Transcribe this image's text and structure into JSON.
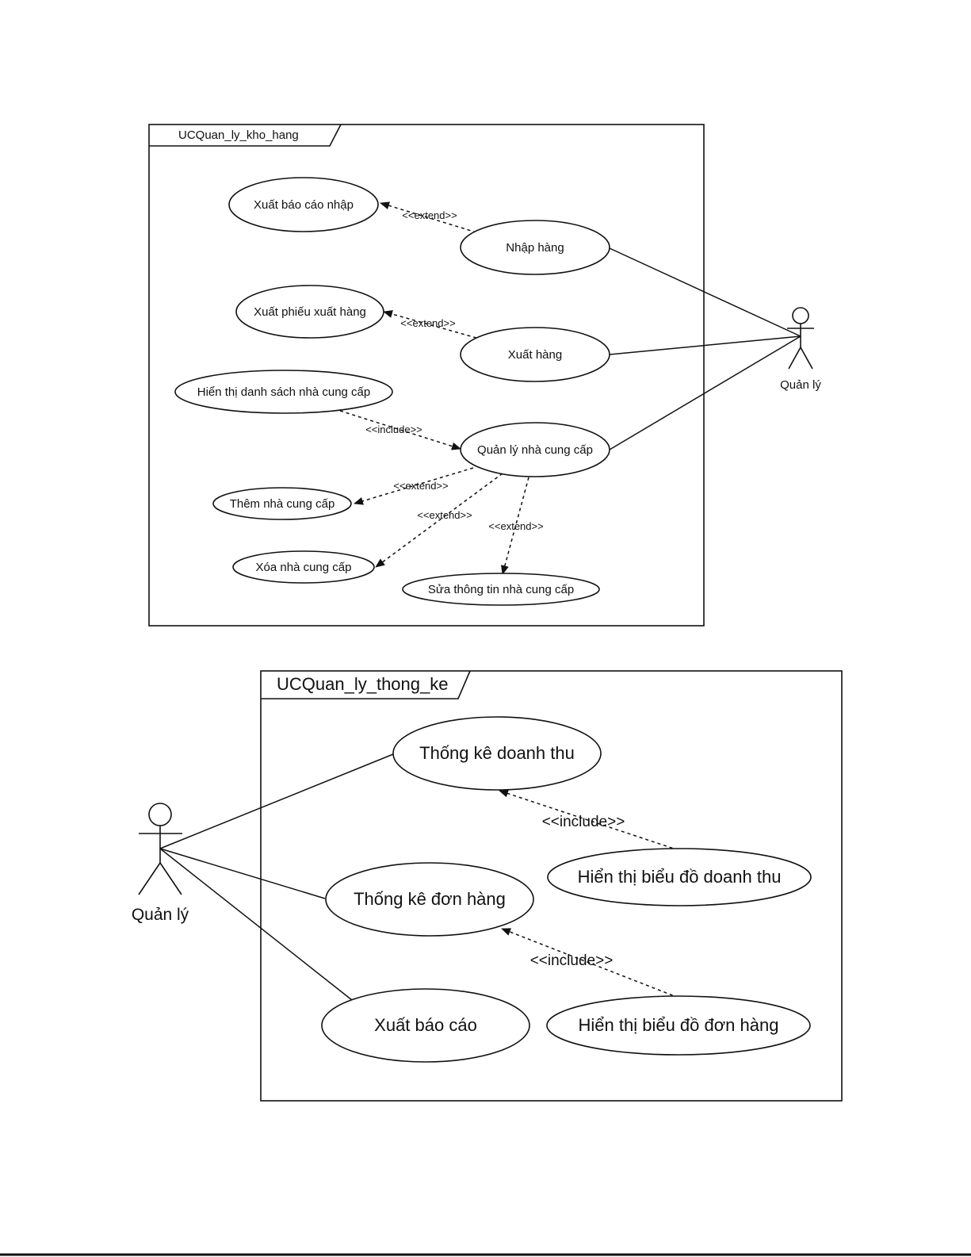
{
  "diagram1": {
    "frame_title": "UCQuan_ly_kho_hang",
    "actor": "Quản lý",
    "use_cases": {
      "xuat_bao_cao_nhap": "Xuất báo cáo nhập",
      "nhap_hang": "Nhập hàng",
      "xuat_phieu_xuat_hang": "Xuất phiếu xuất hàng",
      "xuat_hang": "Xuất hàng",
      "hien_thi_ds_ncc": "Hiển thị danh sách nhà cung cấp",
      "quan_ly_ncc": "Quản lý nhà cung cấp",
      "them_ncc": "Thêm nhà cung cấp",
      "xoa_ncc": "Xóa nhà cung cấp",
      "sua_ncc": "Sửa thông tin nhà cung cấp"
    },
    "relations": {
      "extend_nhap": "<<extend>>",
      "extend_xuat": "<<extend>>",
      "include_ds": "<<include>>",
      "extend_them": "<<extend>>",
      "extend_xoa": "<<extend>>",
      "extend_sua": "<<extend>>"
    }
  },
  "diagram2": {
    "frame_title": "UCQuan_ly_thong_ke",
    "actor": "Quản lý",
    "use_cases": {
      "tk_doanh_thu": "Thống kê doanh thu",
      "bd_doanh_thu": "Hiển thị biểu đồ doanh thu",
      "tk_don_hang": "Thống kê đơn hàng",
      "bd_don_hang": "Hiển thị biểu đồ đơn hàng",
      "xuat_bao_cao": "Xuất báo cáo"
    },
    "relations": {
      "include_doanh_thu": "<<include>>",
      "include_don_hang": "<<include>>"
    }
  }
}
